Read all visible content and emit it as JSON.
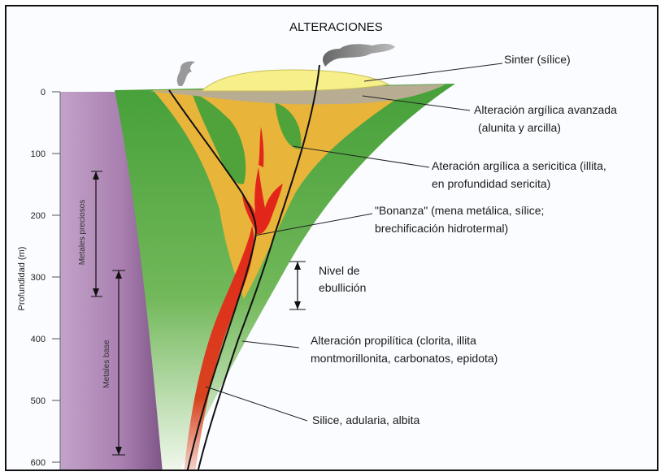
{
  "title": "ALTERACIONES",
  "y_axis": {
    "label": "Profundidad (m)",
    "ticks": [
      "0",
      "100",
      "200",
      "300",
      "400",
      "500",
      "600"
    ]
  },
  "ranges": {
    "precious": "Metales preciosos",
    "base": "Metales base",
    "boiling_line1": "Nivel de",
    "boiling_line2": "ebullición"
  },
  "labels": {
    "sinter": "Sinter (sílice)",
    "argilica_avanzada_1": "Alteración argílica avanzada",
    "argilica_avanzada_2": "(alunita y arcilla)",
    "sericitica_1": "Ateración argílica a sericitica (illita,",
    "sericitica_2": "en profundidad sericita)",
    "bonanza_1": "\"Bonanza\" (mena metálica, sílice;",
    "bonanza_2": "brechificación hidrotermal)",
    "propilitica_1": "Alteración propilítica (clorita, illita",
    "propilitica_2": "montmorillonita, carbonatos, epidota)",
    "silice": "Silice, adularia, albita"
  },
  "colors": {
    "sinter": "#f6ef8a",
    "argilica_avanzada": "#b8ad92",
    "sericitica": "#e9b43a",
    "bonanza": "#e3261a",
    "propilitica": "#4fa33a",
    "host_rock": "#b58fb8",
    "smoke": "#8c8c8c"
  }
}
